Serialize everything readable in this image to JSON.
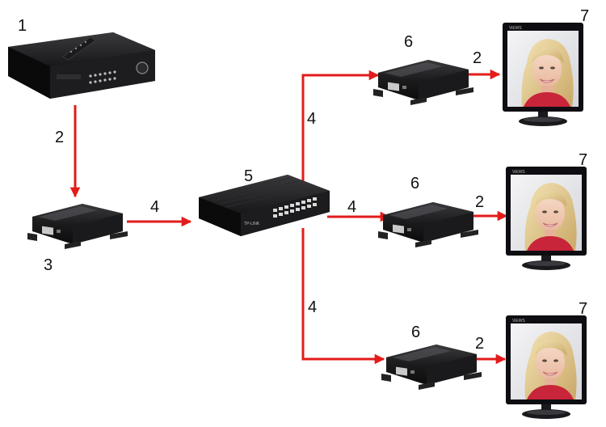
{
  "labels": {
    "dvr": "1",
    "hdmi_cable": "2",
    "transmitter": "3",
    "network_cable": "4",
    "switch": "5",
    "receiver": "6",
    "monitor": "7"
  },
  "switch_brand": "TP-LINK",
  "colors": {
    "arrow": "#e31b1b",
    "device_dark": "#1c1c1e",
    "screen_frame": "#101014"
  }
}
